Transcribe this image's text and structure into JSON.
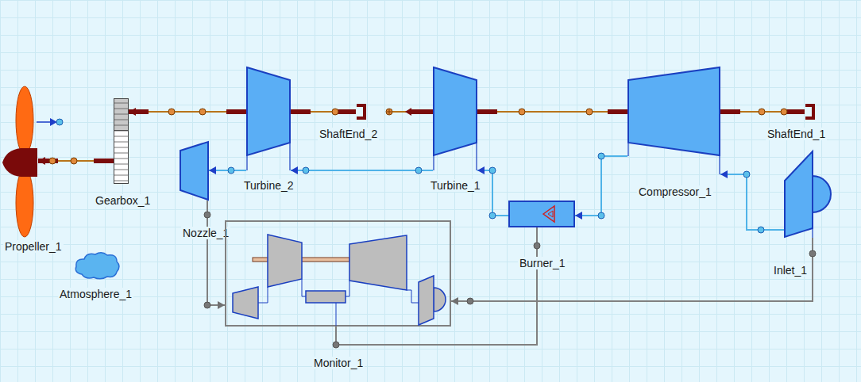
{
  "diagram": {
    "nodes": [
      {
        "text": [
          "Propeller_1"
        ]
      },
      {
        "text": [
          "Gearbox_1"
        ]
      },
      {
        "text": [
          "Turbine_2"
        ]
      },
      {
        "text": [
          "ShaftEnd_2"
        ]
      },
      {
        "text": [
          "Turbine_1"
        ]
      },
      {
        "text": [
          "Compressor_1"
        ]
      },
      {
        "text": [
          "ShaftEnd_1"
        ]
      },
      {
        "text": [
          "Nozzle_1"
        ]
      },
      {
        "text": [
          "Burner_1"
        ]
      },
      {
        "text": [
          "Inlet_1"
        ]
      },
      {
        "text": [
          "Atmosphere_1"
        ]
      },
      {
        "text": [
          "Monitor_1"
        ]
      }
    ],
    "edges": [
      {
        "from": 9,
        "to": 5,
        "arrow": "to"
      },
      {
        "from": 5,
        "to": 8,
        "arrow": "to"
      },
      {
        "from": 8,
        "to": 4,
        "arrow": "to"
      },
      {
        "from": 4,
        "to": 2,
        "arrow": "to"
      },
      {
        "from": 2,
        "to": 7,
        "arrow": "to"
      },
      {
        "from": 5,
        "to": 4,
        "arrow": "none"
      },
      {
        "from": 2,
        "to": 3,
        "arrow": "none"
      },
      {
        "from": 5,
        "to": 6,
        "arrow": "none"
      },
      {
        "from": 2,
        "to": 1,
        "arrow": "to"
      },
      {
        "from": 1,
        "to": 0,
        "arrow": "to"
      },
      {
        "from": 9,
        "to": 11,
        "arrow": "to"
      },
      {
        "from": 8,
        "to": 11,
        "arrow": "none"
      },
      {
        "from": 7,
        "to": 11,
        "arrow": "to"
      }
    ]
  }
}
